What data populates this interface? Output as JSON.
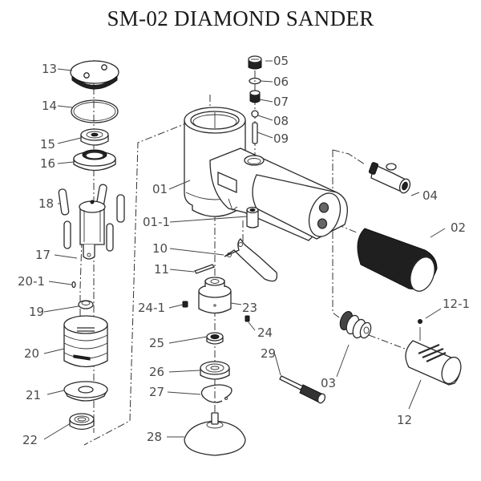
{
  "title": "SM-02 DIAMOND SANDER",
  "parts": [
    {
      "id": "01",
      "label": "01"
    },
    {
      "id": "01-1",
      "label": "01-1"
    },
    {
      "id": "02",
      "label": "02"
    },
    {
      "id": "03",
      "label": "03"
    },
    {
      "id": "04",
      "label": "04"
    },
    {
      "id": "05",
      "label": "05"
    },
    {
      "id": "06",
      "label": "06"
    },
    {
      "id": "07",
      "label": "07"
    },
    {
      "id": "08",
      "label": "08"
    },
    {
      "id": "09",
      "label": "09"
    },
    {
      "id": "10",
      "label": "10"
    },
    {
      "id": "11",
      "label": "11"
    },
    {
      "id": "12",
      "label": "12"
    },
    {
      "id": "12-1",
      "label": "12-1"
    },
    {
      "id": "13",
      "label": "13"
    },
    {
      "id": "14",
      "label": "14"
    },
    {
      "id": "15",
      "label": "15"
    },
    {
      "id": "16",
      "label": "16"
    },
    {
      "id": "17",
      "label": "17"
    },
    {
      "id": "18",
      "label": "18"
    },
    {
      "id": "19",
      "label": "19"
    },
    {
      "id": "20",
      "label": "20"
    },
    {
      "id": "20-1",
      "label": "20-1"
    },
    {
      "id": "21",
      "label": "21"
    },
    {
      "id": "22",
      "label": "22"
    },
    {
      "id": "23",
      "label": "23"
    },
    {
      "id": "24",
      "label": "24"
    },
    {
      "id": "24-1",
      "label": "24-1"
    },
    {
      "id": "25",
      "label": "25"
    },
    {
      "id": "26",
      "label": "26"
    },
    {
      "id": "27",
      "label": "27"
    },
    {
      "id": "28",
      "label": "28"
    },
    {
      "id": "29",
      "label": "29"
    }
  ]
}
